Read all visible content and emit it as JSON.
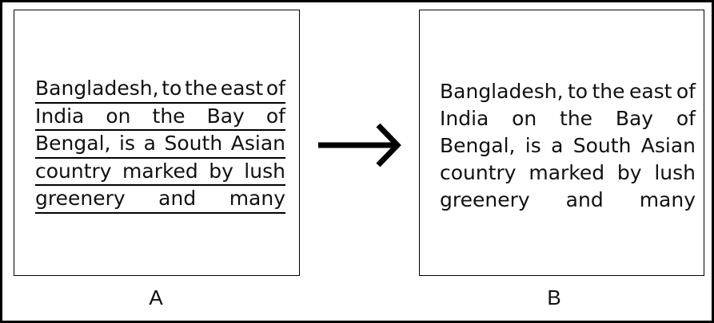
{
  "panel_a": {
    "label": "A",
    "underlined": true,
    "lines": [
      [
        "Bangladesh,",
        "to",
        "the",
        "east",
        "of"
      ],
      [
        "India",
        "on",
        "the",
        "Bay",
        "of"
      ],
      [
        "Bengal,",
        "is",
        "a",
        "South",
        "Asian"
      ],
      [
        "country",
        "marked",
        "by",
        "lush"
      ],
      [
        "greenery",
        "and",
        "many"
      ]
    ]
  },
  "panel_b": {
    "label": "B",
    "underlined": false,
    "lines": [
      [
        "Bangladesh,",
        "to",
        "the",
        "east",
        "of"
      ],
      [
        "India",
        "on",
        "the",
        "Bay",
        "of"
      ],
      [
        "Bengal,",
        "is",
        "a",
        "South",
        "Asian"
      ],
      [
        "country",
        "marked",
        "by",
        "lush"
      ],
      [
        "greenery",
        "and",
        "many"
      ]
    ]
  },
  "arrow": {
    "icon": "right-arrow-icon",
    "color": "#000000"
  }
}
